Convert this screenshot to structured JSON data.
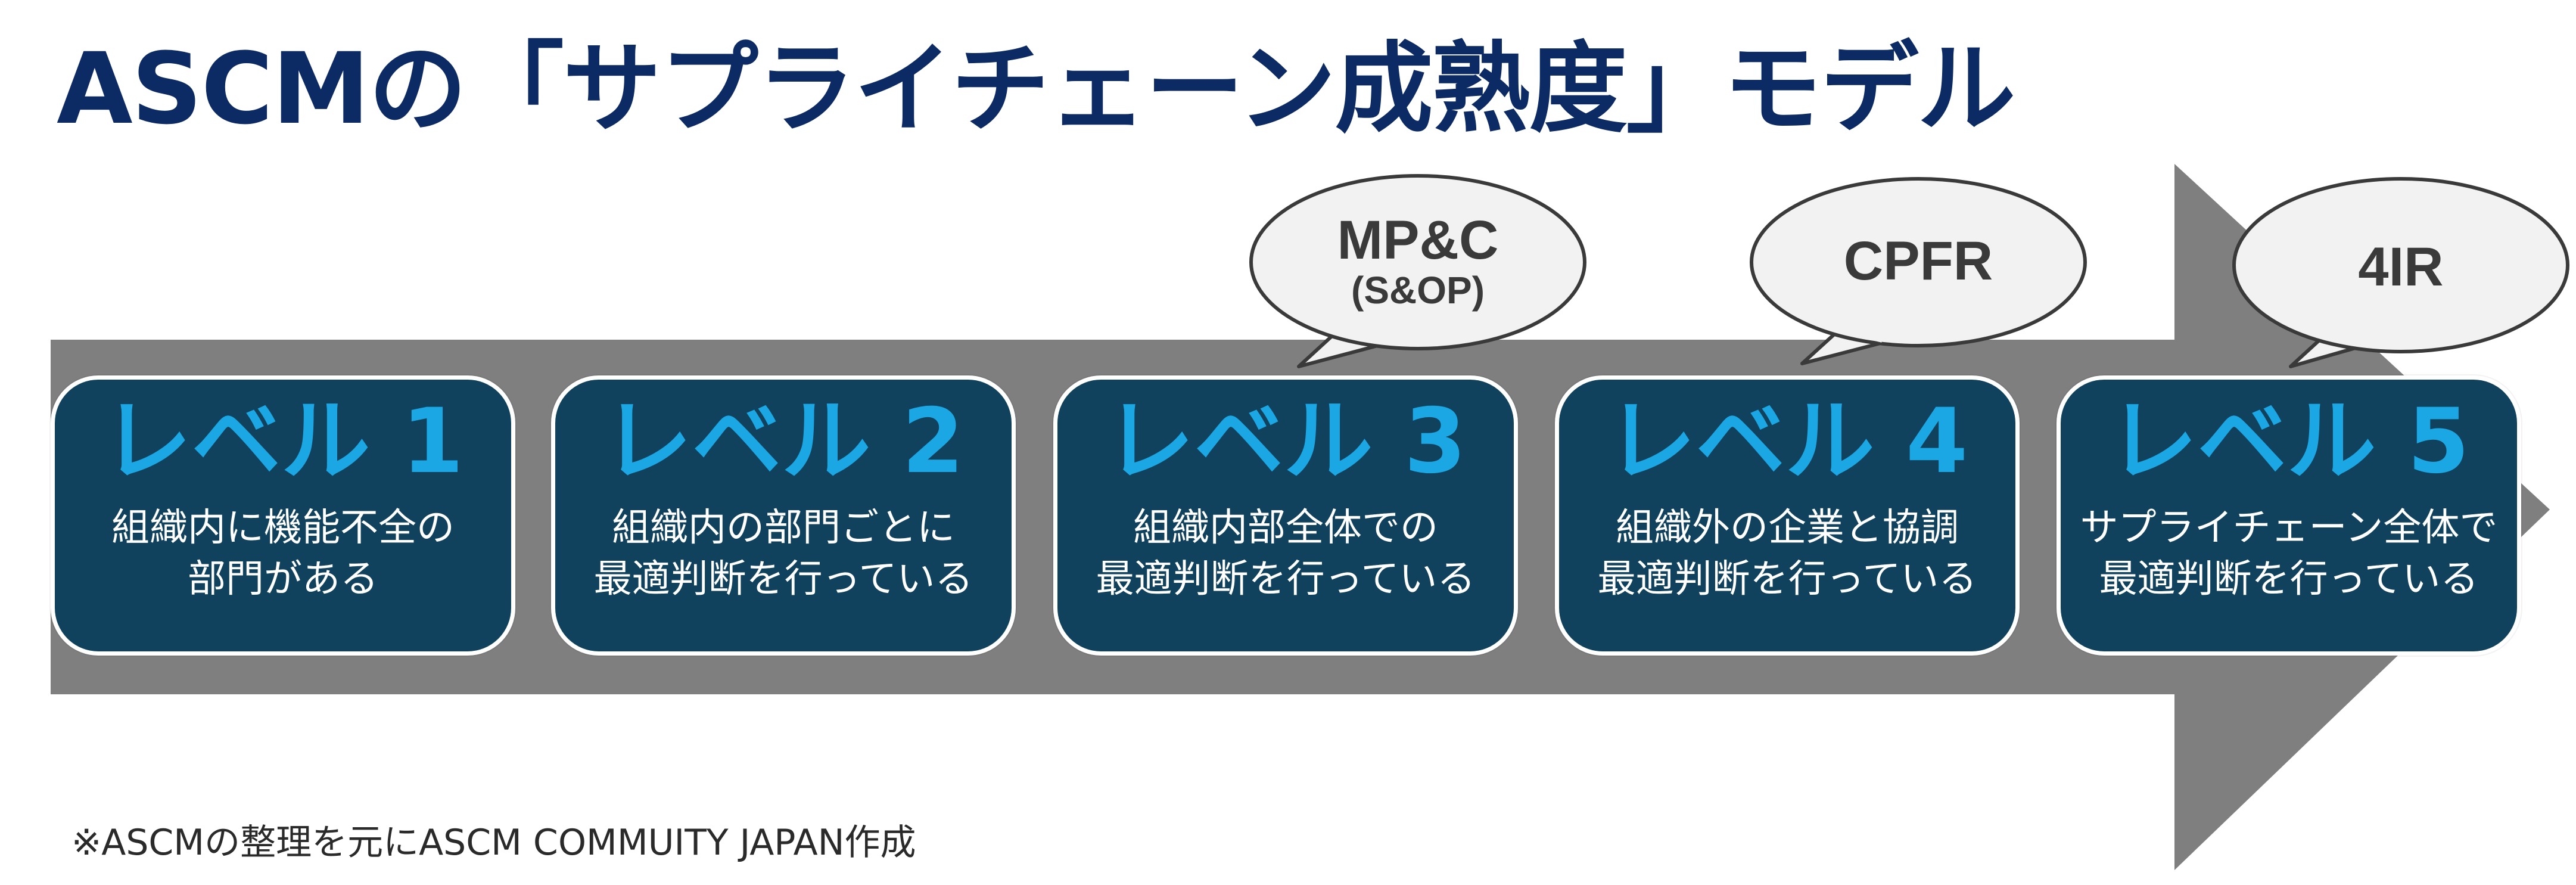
{
  "title": "ASCMの「サプライチェーン成熟度」モデル",
  "colors": {
    "title": "#0c2a63",
    "box_fill": "#11425d",
    "level_title": "#1ba6e4",
    "arrow": "#7f7f7f",
    "bubble_fill": "#f2f2f2"
  },
  "levels": [
    {
      "title": "レベル 1",
      "desc": [
        "組織内に機能不全の",
        "部門がある"
      ]
    },
    {
      "title": "レベル 2",
      "desc": [
        "組織内の部門ごとに",
        "最適判断を行っている"
      ]
    },
    {
      "title": "レベル 3",
      "desc": [
        "組織内部全体での",
        "最適判断を行っている"
      ]
    },
    {
      "title": "レベル 4",
      "desc": [
        "組織外の企業と協調",
        "最適判断を行っている"
      ]
    },
    {
      "title": "レベル 5",
      "desc": [
        "サプライチェーン全体で",
        "最適判断を行っている"
      ]
    }
  ],
  "bubbles": [
    {
      "main": "MP&C",
      "sub": "(S&OP)"
    },
    {
      "main": "CPFR",
      "sub": ""
    },
    {
      "main": "4IR",
      "sub": ""
    }
  ],
  "footnote": "※ASCMの整理を元にASCM COMMUITY JAPAN作成"
}
